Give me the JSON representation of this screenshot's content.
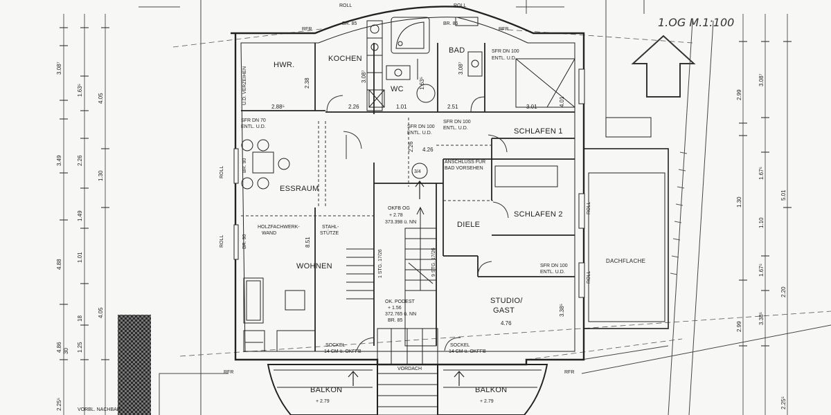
{
  "scale_note": "1.OG  M.1:100",
  "rooms": {
    "hwr": "HWR.",
    "kochen": "KOCHEN",
    "bad": "BAD",
    "wc": "WC",
    "schlafen1": "SCHLAFEN 1",
    "essraum": "ESSRAUM",
    "schlafen2": "SCHLAFEN 2",
    "diele": "DIELE",
    "wohnen": "WOHNEN",
    "studio1": "STUDIO/",
    "studio2": "GAST",
    "dachflaeche": "DACHFLACHE",
    "balkon_left": "BALKON",
    "balkon_right": "BALKON",
    "vordach": "VORDACH"
  },
  "labels": {
    "holzfach1": "HOLZFACHWERK-",
    "holzfach2": "WAND",
    "stahl1": "STAHL-",
    "stahl2": "STÜTZE",
    "sfr70a": "SFR DN 70",
    "sfr70b": "ENTL. U.D.",
    "sfr100_sch_a": "SFR DN 100",
    "sfr100_sch_b": "ENTL. U.D.",
    "sfr100_mid_a": "SFR DN 100",
    "sfr100_mid_b": "ENTL. U.D.",
    "sfr100_mid2_a": "SFR DN 100",
    "sfr100_mid2_b": "ENTL. U.D.",
    "sfr100_studio_a": "SFR DN 100",
    "sfr100_studio_b": "ENTL. U.D.",
    "anschluss1": "ANSCHLUSS FÜR",
    "anschluss2": "BAD VORSEHEN",
    "okfb_a": "OKFB OG",
    "okfb_b": "+ 2.78",
    "okfb_c": "373.398 ü. NN",
    "podest_a": "OK. PODEST",
    "podest_b": "+ 1.56",
    "podest_c": "372.765 ü. NN",
    "podest_d": "BR. 85",
    "sockel_l_a": "SOCKEL",
    "sockel_l_b": "14 CM ü. OKFFB",
    "sockel_r_a": "SOCKEL",
    "sockel_r_b": "14 CM ü. OKFFB",
    "stg1": "1 STG. 17/26",
    "stg2": "9 STG. 17/26",
    "stair_num": "3/4",
    "vorbl": "VORBL. NACHBAR-",
    "roll": "ROLL",
    "rfr": "RFR",
    "br90": "BR. 90",
    "br85": "BR. 85",
    "balkon_height_l": "+ 2.79",
    "balkon_height_r": "+ 2.79",
    "u_v_verzeihen": "U.D. VERZEIHEN"
  },
  "dims": {
    "d288": "2.88⁵",
    "d226": "2.26",
    "d101": "1.01",
    "d251": "2.51",
    "d301": "3.01",
    "d401": "4.01",
    "d308": "3.08⁷",
    "d163": "1.63⁵",
    "d426": "4.26",
    "d851": "8.51",
    "d476": "4.76",
    "d338": "3.38⁵",
    "d238": "2.38",
    "d405": "4.05",
    "d349": "3.49",
    "d488": "4.88",
    "d486": "4.86",
    "d130": "1.30",
    "d149": "1.49",
    "d125": "1.25",
    "d30": "30",
    "d18": "18",
    "d225": "2.25⁵",
    "d299": "2.99",
    "d501": "5.01",
    "d167": "1.67⁵",
    "d220": "2.20",
    "d110": "1.10"
  }
}
